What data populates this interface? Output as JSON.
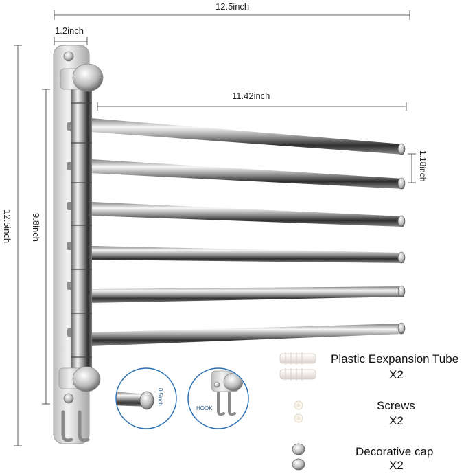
{
  "dimensions": {
    "total_width": "12.5inch",
    "bracket_width": "1.2inch",
    "arm_length": "11.42inch",
    "arm_spacing": "1.18inch",
    "total_height": "12.5inch",
    "column_height": "9.8inch",
    "bar_diameter": "0.5inch"
  },
  "detail": {
    "hook_label": "HOOK"
  },
  "accessories": [
    {
      "name": "Plastic Eexpansion Tube",
      "qty": "X2",
      "icon": "expansion-tube-icon"
    },
    {
      "name": "Screws",
      "qty": "X2",
      "icon": "screw-icon"
    },
    {
      "name": "Decorative cap",
      "qty": "X2",
      "icon": "decorative-cap-icon"
    }
  ],
  "colors": {
    "steel_light": "#f4f4f4",
    "steel_dark": "#5a5a5a",
    "accent_blue": "#2a6fb3"
  }
}
